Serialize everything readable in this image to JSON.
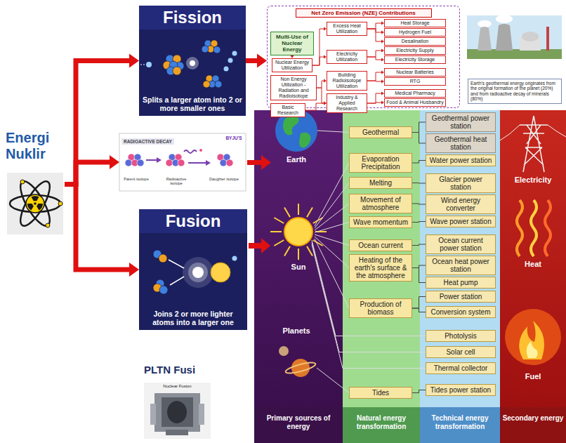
{
  "diagram": {
    "nodes": [
      {
        "text": [
          "Energi Nuklir"
        ]
      },
      {
        "text": [
          "Fission",
          "Splits a larger atom into 2 or more smaller ones"
        ]
      },
      {
        "text": [
          "Net Zero Emission (NZE) Contributions"
        ]
      },
      {
        "text": [
          "Multi-Use of Nuclear Energy"
        ],
        "in": 2
      },
      {
        "text": [
          "Nuclear Energy Utilization"
        ],
        "in": 2
      },
      {
        "text": [
          "Excess Heat Utilization"
        ],
        "in": 2
      },
      {
        "text": [
          "Electricity Utilization"
        ],
        "in": 2
      },
      {
        "text": [
          "Heat Storage"
        ],
        "in": 2
      },
      {
        "text": [
          "Hydrogen Fuel"
        ],
        "in": 2
      },
      {
        "text": [
          "Desalination"
        ],
        "in": 2
      },
      {
        "text": [
          "Electricity Supply"
        ],
        "in": 2
      },
      {
        "text": [
          "Electricity Storage"
        ],
        "in": 2
      },
      {
        "text": [
          "Non Energy Utilization - Radiation and Radioisotope"
        ],
        "in": 2
      },
      {
        "text": [
          "Building Radioisotope Utilization"
        ],
        "in": 2
      },
      {
        "text": [
          "Industry & Applied Research"
        ],
        "in": 2
      },
      {
        "text": [
          "Basic Research"
        ],
        "in": 2
      },
      {
        "text": [
          "Nuclear Batteries"
        ],
        "in": 2
      },
      {
        "text": [
          "RTG"
        ],
        "in": 2
      },
      {
        "text": [
          "Medical Pharmacy"
        ],
        "in": 2
      },
      {
        "text": [
          "Food & Animal Husbandry"
        ],
        "in": 2
      },
      {
        "text": [
          "Earth's geothermal energy originates from the original formation of the planet (20%) and from radioactive decay of minerals (80%)"
        ]
      },
      {
        "text": [
          "RADIOACTIVE DECAY"
        ]
      },
      {
        "text": [
          "Fusion",
          "Joins 2 or more lighter atoms into a larger one"
        ]
      },
      {
        "text": [
          "Geothermal"
        ]
      },
      {
        "text": [
          "Evaporation Precipitation"
        ]
      },
      {
        "text": [
          "Melting"
        ]
      },
      {
        "text": [
          "Movement of atmosphere"
        ]
      },
      {
        "text": [
          "Wave momentum"
        ]
      },
      {
        "text": [
          "Ocean current"
        ]
      },
      {
        "text": [
          "Heating of the earth's surface & the atmosphere"
        ]
      },
      {
        "text": [
          "Production of biomass"
        ]
      },
      {
        "text": [
          "Tides"
        ]
      },
      {
        "text": [
          "Geothermal power station"
        ]
      },
      {
        "text": [
          "Geothermal heat station"
        ]
      },
      {
        "text": [
          "Water power station"
        ]
      },
      {
        "text": [
          "Glacier power station"
        ]
      },
      {
        "text": [
          "Wind energy converter"
        ]
      },
      {
        "text": [
          "Wave power station"
        ]
      },
      {
        "text": [
          "Ocean current power station"
        ]
      },
      {
        "text": [
          "Ocean heat power station"
        ]
      },
      {
        "text": [
          "Heat pump"
        ]
      },
      {
        "text": [
          "Power station"
        ]
      },
      {
        "text": [
          "Conversion system"
        ]
      },
      {
        "text": [
          "Photolysis"
        ]
      },
      {
        "text": [
          "Solar cell"
        ]
      },
      {
        "text": [
          "Thermal collector"
        ]
      },
      {
        "text": [
          "Tides power station"
        ]
      }
    ],
    "edges": [
      {
        "from": 0,
        "to": 1,
        "arrow": "to"
      },
      {
        "from": 0,
        "to": 21,
        "arrow": "to"
      },
      {
        "from": 0,
        "to": 22,
        "arrow": "to"
      },
      {
        "from": 1,
        "to": 2,
        "arrow": "to"
      },
      {
        "from": 3,
        "to": 4,
        "arrow": "to"
      },
      {
        "from": 4,
        "to": 5,
        "arrow": "to"
      },
      {
        "from": 4,
        "to": 6,
        "arrow": "to"
      },
      {
        "from": 5,
        "to": 7,
        "arrow": "to"
      },
      {
        "from": 5,
        "to": 8,
        "arrow": "to"
      },
      {
        "from": 5,
        "to": 9,
        "arrow": "to"
      },
      {
        "from": 6,
        "to": 10,
        "arrow": "to"
      },
      {
        "from": 6,
        "to": 11,
        "arrow": "to"
      },
      {
        "from": 12,
        "to": 13,
        "arrow": "to"
      },
      {
        "from": 12,
        "to": 14,
        "arrow": "to"
      },
      {
        "from": 15,
        "to": 14,
        "arrow": "to"
      },
      {
        "from": 13,
        "to": 16,
        "arrow": "to"
      },
      {
        "from": 13,
        "to": 17,
        "arrow": "to"
      },
      {
        "from": 14,
        "to": 18,
        "arrow": "to"
      },
      {
        "from": 14,
        "to": 19,
        "arrow": "to"
      },
      {
        "from": 23,
        "to": 32,
        "arrow": "none"
      },
      {
        "from": 23,
        "to": 33,
        "arrow": "none"
      },
      {
        "from": 24,
        "to": 34,
        "arrow": "none"
      },
      {
        "from": 25,
        "to": 35,
        "arrow": "none"
      },
      {
        "from": 26,
        "to": 36,
        "arrow": "none"
      },
      {
        "from": 27,
        "to": 37,
        "arrow": "none"
      },
      {
        "from": 28,
        "to": 38,
        "arrow": "none"
      },
      {
        "from": 29,
        "to": 39,
        "arrow": "none"
      },
      {
        "from": 29,
        "to": 40,
        "arrow": "none"
      },
      {
        "from": 30,
        "to": 41,
        "arrow": "none"
      },
      {
        "from": 30,
        "to": 42,
        "arrow": "none"
      },
      {
        "from": 31,
        "to": 46,
        "arrow": "none"
      }
    ],
    "labels": [
      "Parent isotope",
      "Radioactive isotope",
      "Daughter isotope",
      "BYJU'S",
      "Earth",
      "Sun",
      "Planets",
      "Electricity",
      "Heat",
      "Fuel",
      "Primary sources of energy",
      "Natural energy transformation",
      "Technical energy transformation",
      "Secondary energy",
      "PLTN Fusi",
      "Nuclear Fusion"
    ]
  }
}
